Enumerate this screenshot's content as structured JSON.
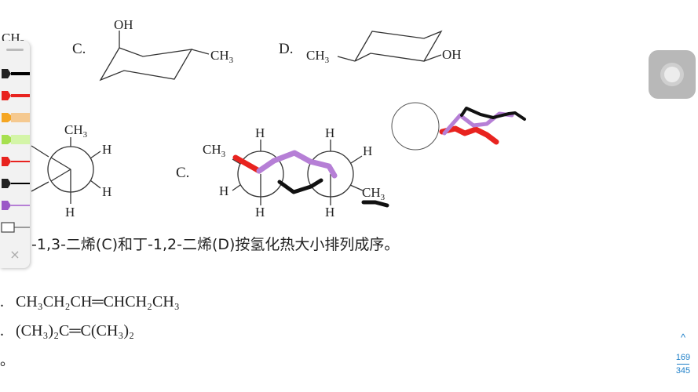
{
  "doc": {
    "row1": {
      "partial_ch3": "CH",
      "partial_ch3_sub": "3",
      "label_c": "C.",
      "label_d": "D.",
      "oh": "OH",
      "ch3": "CH",
      "sub3": "3"
    },
    "row2": {
      "label_c": "C.",
      "ch3": "CH",
      "sub3": "3",
      "h": "H"
    },
    "question": "-1,3-二烯(C)和丁-1,2-二烯(D)按氢化热大小排列成序。",
    "formula1": {
      "bullet": ".",
      "text": "CH₃CH₂CH═CHCH₂CH₃"
    },
    "formula2": {
      "bullet": ".",
      "text": "(CH₃)₂C═C(CH₃)₂"
    },
    "line_tail": "。"
  },
  "annotation_toolbar": {
    "tools": [
      {
        "name": "black-pen",
        "color": "#000000"
      },
      {
        "name": "red-pen",
        "color": "#e8231f"
      },
      {
        "name": "orange-highlighter",
        "color": "#f5a623"
      },
      {
        "name": "green-highlighter",
        "color": "#b8f06a"
      },
      {
        "name": "red-pen-thin",
        "color": "#e8231f"
      },
      {
        "name": "black-pen-thin",
        "color": "#000000"
      },
      {
        "name": "purple-pen",
        "color": "#b67fd6"
      },
      {
        "name": "eraser",
        "color": "#ffffff"
      }
    ],
    "close_icon": "×"
  },
  "ink_colors": {
    "red": "#e8231f",
    "purple": "#b67fd6",
    "black": "#111111"
  },
  "pager": {
    "up_icon": "^",
    "current": "169",
    "total": "345"
  },
  "assistive_touch": {
    "icon": "assistive-touch-icon"
  }
}
